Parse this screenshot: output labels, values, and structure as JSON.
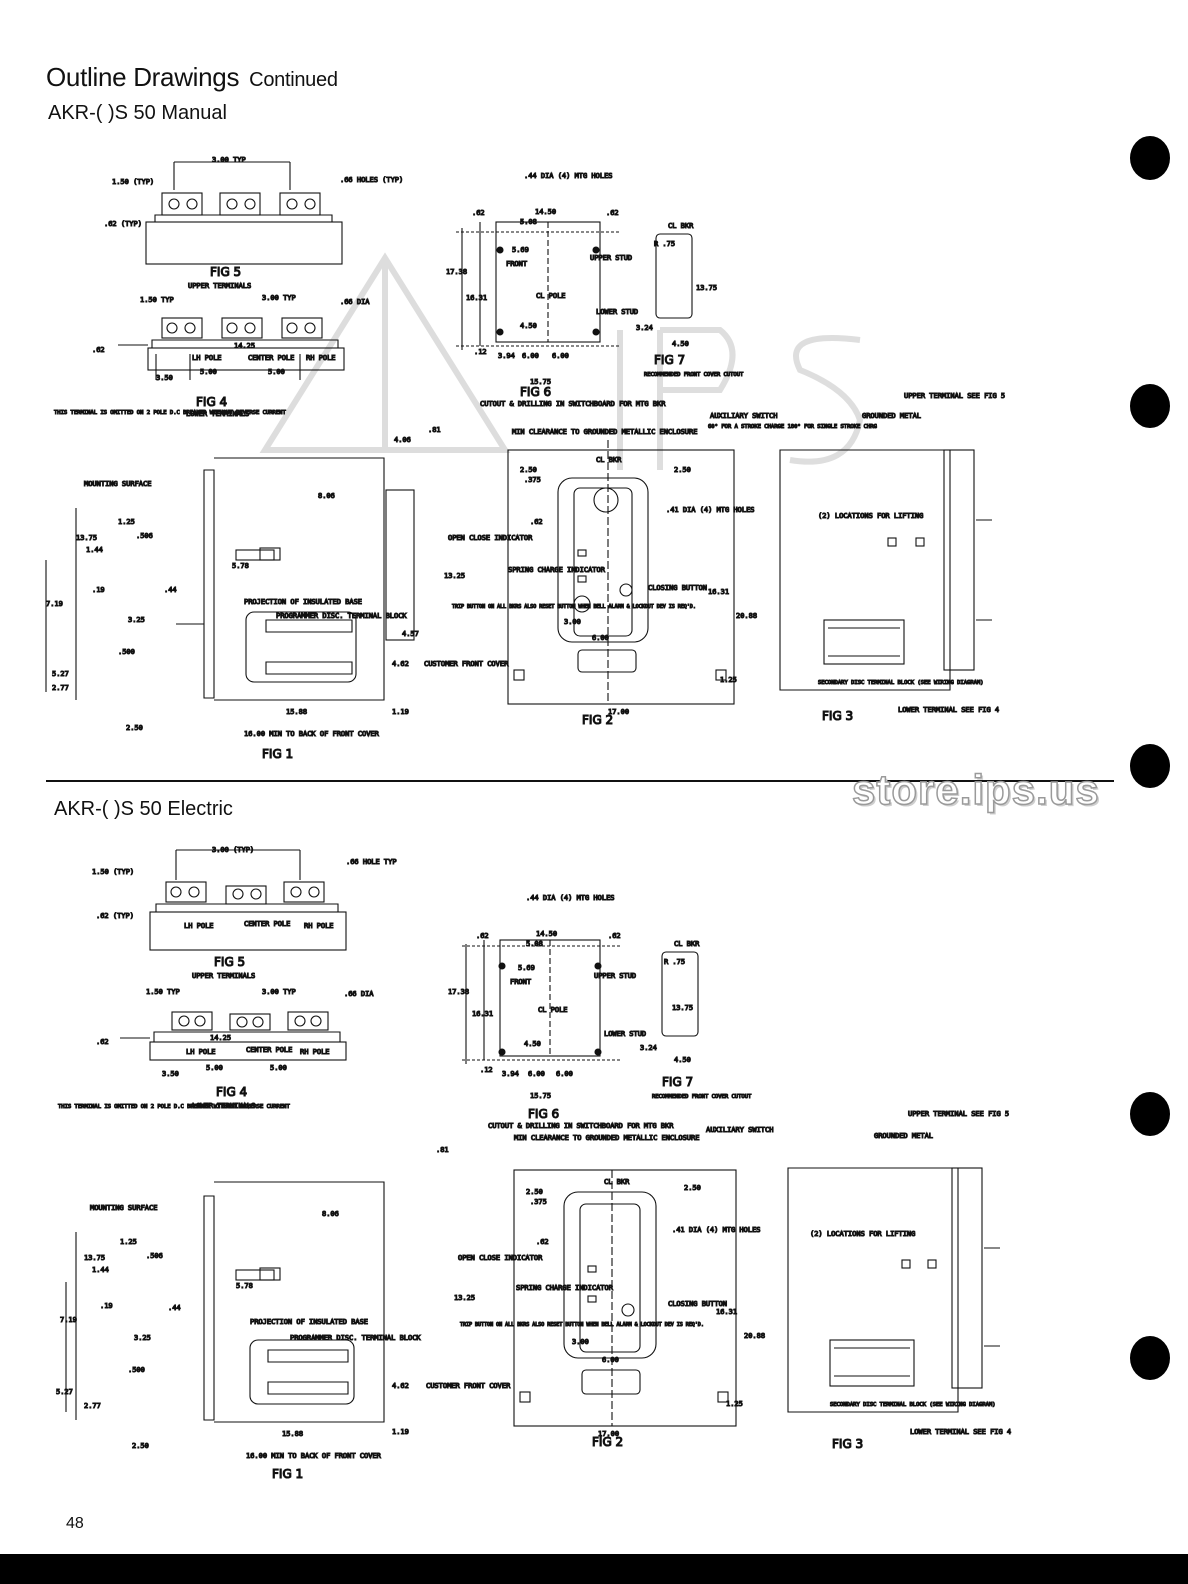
{
  "page": {
    "title": "Outline Drawings",
    "title_suffix": "Continued",
    "section1": "AKR-( )S 50 Manual",
    "section2": "AKR-( )S 50 Electric",
    "page_number": "48",
    "watermark": "store.ips.us"
  },
  "manual": {
    "fig5": {
      "caption": "FIG 5",
      "sub": "UPPER TERMINALS",
      "dim1": "3.00 TYP",
      "dim2": "1.50 (TYP)",
      "dim3": ".62 (TYP)",
      "holes": ".66 HOLES (TYP)"
    },
    "fig4": {
      "caption": "FIG 4",
      "sub": "LOWER TERMINALS",
      "dim1": "1.50 TYP",
      "dim2": "3.00 TYP",
      "dia": ".66 DIA",
      "d14": "14.25",
      "d5a": "5.00",
      "d5b": "5.00",
      "d350": "3.50",
      "d62": ".62",
      "lh": "LH POLE",
      "center": "CENTER POLE",
      "rh": "RH POLE",
      "note": "THIS TERMINAL IS OMITTED ON 2 POLE D.C BREAKER WITHOUT REVERSE CURRENT"
    },
    "fig6": {
      "caption": "FIG 6",
      "sub": "CUTOUT & DRILLING IN SWITCHBOARD FOR MTG BKR",
      "holes": ".44 DIA (4) MTG HOLES",
      "d1450": "14.50",
      "d62a": ".62",
      "d62b": ".62",
      "d508": "5.08",
      "d569": "5.69",
      "d1738": "17.38",
      "d1631": "16.31",
      "d450": "4.50",
      "d12": ".12",
      "d394": "3.94",
      "d600a": "6.00",
      "d600b": "6.00",
      "d1575": "15.75",
      "upper": "UPPER STUD",
      "lower": "LOWER STUD",
      "front": "FRONT",
      "cl": "CL POLE"
    },
    "fig7": {
      "caption": "FIG 7",
      "sub": "RECOMMENDED FRONT COVER CUTOUT",
      "bkr": "CL BKR",
      "d1375": "13.75",
      "d324": "3.24",
      "d450": "4.50",
      "r": "R .75"
    },
    "fig1": {
      "caption": "FIG 1",
      "mounting": "MOUNTING SURFACE",
      "d1375": "13.75",
      "d125": "1.25",
      "d506": ".506",
      "d144": "1.44",
      "d19": ".19",
      "d719": "7.19",
      "d44": ".44",
      "d325": "3.25",
      "d500": ".500",
      "d527": "5.27",
      "d277": "2.77",
      "d250": "2.50",
      "d1588": "15.88",
      "d1600": "16.00 MIN TO BACK OF FRONT COVER",
      "d119": "1.19",
      "d806": "8.06",
      "d578": "5.78",
      "d1325": "13.25",
      "d4": "4.06",
      "d81": ".81",
      "d462": "4.62",
      "d457": "4.57",
      "proj": "PROJECTION OF INSULATED BASE",
      "prog": "PROGRAMMER DISC. TERMINAL BLOCK",
      "cust": "CUSTOMER FRONT COVER"
    },
    "fig2": {
      "caption": "FIG 2",
      "min": "MIN CLEARANCE TO GROUNDED METALLIC ENCLOSURE",
      "aux": "AUXILIARY SWITCH",
      "aux_note": "60° FOR A STROKE CHARGE 180° FOR SINGLE STROKE CHRG",
      "bkr": "CL BKR",
      "d250a": "2.50",
      "d375": ".375",
      "d62": ".62",
      "d250b": "2.50",
      "mtg": ".41 DIA (4) MTG HOLES",
      "open": "OPEN CLOSE INDICATOR",
      "spring": "SPRING CHARGE INDICATOR",
      "trip": "TRIP BUTTON ON ALL BKRS ALSO RESET BUTTON WHEN BELL ALARM & LOCKOUT DEV IS REQ'D.",
      "closing": "CLOSING BUTTON",
      "d1631": "16.31",
      "d2088": "20.88",
      "d1700": "17.00",
      "d125": "1.25",
      "d300": "3.00",
      "d600": "6.00"
    },
    "fig3": {
      "caption": "FIG 3",
      "upper": "UPPER TERMINAL SEE FIG 5",
      "ground": "GROUNDED METAL",
      "lifting": "(2) LOCATIONS FOR LIFTING",
      "secondary": "SECONDARY DISC TERMINAL BLOCK (SEE WIRING DIAGRAM)",
      "lower": "LOWER TERMINAL SEE FIG 4"
    }
  },
  "electric": {
    "fig5": {
      "caption": "FIG 5",
      "sub": "UPPER TERMINALS",
      "dim1": "3.00 (TYP)",
      "dim2": "1.50 (TYP)",
      "dim3": ".62 (TYP)",
      "holes": ".66 HOLE TYP",
      "lh": "LH POLE",
      "center": "CENTER POLE",
      "rh": "RH POLE"
    },
    "fig4": {
      "caption": "FIG 4",
      "sub": "LOWER TERMINALS",
      "dim1": "1.50 TYP",
      "dim2": "3.00 TYP",
      "dia": ".66 DIA",
      "d14": "14.25",
      "d5a": "5.00",
      "d5b": "5.00",
      "d350": "3.50",
      "d62": ".62",
      "lh": "LH POLE",
      "center": "CENTER POLE",
      "rh": "RH POLE",
      "note": "THIS TERMINAL IS OMITTED ON 2 POLE D.C BREAKER WITHOUT REVERSE CURRENT"
    },
    "fig6": {
      "caption": "FIG 6",
      "sub": "CUTOUT & DRILLING IN SWITCHBOARD FOR MTG BKR",
      "holes": ".44 DIA (4) MTG HOLES",
      "d1450": "14.50",
      "d62a": ".62",
      "d62b": ".62",
      "d508": "5.08",
      "d569": "5.69",
      "d1738": "17.38",
      "d1631": "16.31",
      "d450": "4.50",
      "d12": ".12",
      "d394": "3.94",
      "d600a": "6.00",
      "d600b": "6.00",
      "d1575": "15.75",
      "upper": "UPPER STUD",
      "lower": "LOWER STUD",
      "front": "FRONT",
      "cl": "CL POLE"
    },
    "fig7": {
      "caption": "FIG 7",
      "sub": "RECOMMENDED FRONT COVER CUTOUT",
      "bkr": "CL BKR",
      "d1375": "13.75",
      "d324": "3.24",
      "d450": "4.50",
      "r": "R .75"
    },
    "fig1": {
      "caption": "FIG 1",
      "mounting": "MOUNTING SURFACE",
      "d1375": "13.75",
      "d125": "1.25",
      "d506": ".506",
      "d144": "1.44",
      "d19": ".19",
      "d719": "7.19",
      "d44": ".44",
      "d325": "3.25",
      "d500": ".500",
      "d527": "5.27",
      "d277": "2.77",
      "d250": "2.50",
      "d1588": "15.88",
      "d1600": "16.00 MIN TO BACK OF FRONT COVER",
      "d119": "1.19",
      "d806": "8.06",
      "d578": "5.78",
      "d1325": "13.25",
      "d81": ".81",
      "d462": "4.62",
      "proj": "PROJECTION OF INSULATED BASE",
      "prog": "PROGRAMMER DISC. TERMINAL BLOCK",
      "cust": "CUSTOMER FRONT COVER"
    },
    "fig2": {
      "caption": "FIG 2",
      "min": "MIN CLEARANCE TO GROUNDED METALLIC ENCLOSURE",
      "aux": "AUXILIARY SWITCH",
      "bkr": "CL BKR",
      "d250a": "2.50",
      "d375": ".375",
      "d62": ".62",
      "d250b": "2.50",
      "mtg": ".41 DIA (4) MTG HOLES",
      "open": "OPEN CLOSE INDICATOR",
      "spring": "SPRING CHARGE INDICATOR",
      "trip": "TRIP BUTTON ON ALL BKRS ALSO RESET BUTTON WHEN BELL ALARM & LOCKOUT DEV IS REQ'D.",
      "closing": "CLOSING BUTTON",
      "d1631": "16.31",
      "d2088": "20.88",
      "d1700": "17.00",
      "d125": "1.25",
      "d300": "3.00",
      "d600": "6.00"
    },
    "fig3": {
      "caption": "FIG 3",
      "upper": "UPPER TERMINAL SEE FIG 5",
      "ground": "GROUNDED METAL",
      "lifting": "(2) LOCATIONS FOR LIFTING",
      "secondary": "SECONDARY DISC TERMINAL BLOCK (SEE WIRING DIAGRAM)",
      "lower": "LOWER TERMINAL SEE FIG 4"
    }
  }
}
